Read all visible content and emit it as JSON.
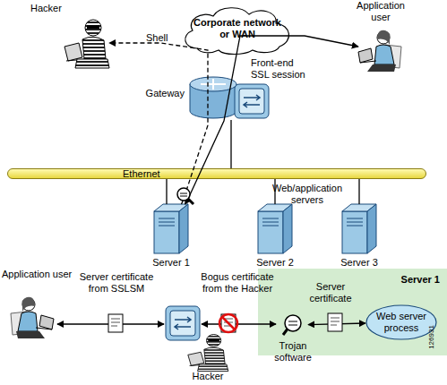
{
  "diagram": {
    "nodes": [
      {
        "text": [
          "Hacker"
        ]
      },
      {
        "text": [
          "Corporate network or WAN"
        ]
      },
      {
        "text": [
          "Application user"
        ]
      },
      {
        "text": [
          "Front-end SSL session"
        ]
      },
      {
        "text": [
          "Gateway"
        ]
      },
      {
        "text": [
          "Ethernet"
        ]
      },
      {
        "text": [
          "Server 1"
        ]
      },
      {
        "text": [
          "Server 2"
        ]
      },
      {
        "text": [
          "Server 3"
        ]
      },
      {
        "text": [
          "Application user"
        ]
      },
      {
        "text": [
          "Server 1"
        ]
      },
      {
        "text": [
          "Trojan software"
        ],
        "in": 10
      },
      {
        "text": [
          "Web server process"
        ],
        "in": 10
      },
      {
        "text": [
          "Hacker"
        ]
      }
    ],
    "edges": [
      {
        "from": 6,
        "to": 0,
        "arrow": "to",
        "label": "Shell"
      },
      {
        "from": 2,
        "to": 6,
        "arrow": "both"
      },
      {
        "from": 4,
        "to": 5,
        "arrow": "none"
      },
      {
        "from": 6,
        "to": 5,
        "arrow": "none"
      },
      {
        "from": 7,
        "to": 5,
        "arrow": "none"
      },
      {
        "from": 8,
        "to": 5,
        "arrow": "none"
      },
      {
        "from": 11,
        "to": 12,
        "arrow": "both",
        "label": "Server certificate"
      }
    ],
    "labels": [
      "Web/application servers",
      "Server certificate from SSLSM",
      "Bogus certificate from the Hacker",
      "126931"
    ]
  }
}
